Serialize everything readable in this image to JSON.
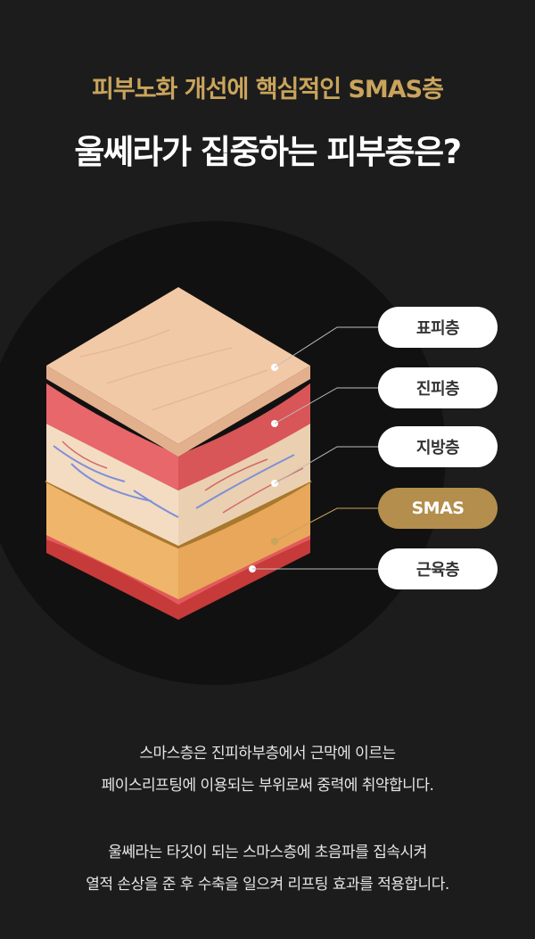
{
  "header": {
    "subtitle": "피부노화 개선에 핵심적인 SMAS층",
    "title": "울쎄라가 집중하는 피부층은?"
  },
  "layers": [
    {
      "label": "표피층",
      "highlight": false
    },
    {
      "label": "진피층",
      "highlight": false
    },
    {
      "label": "지방층",
      "highlight": false
    },
    {
      "label": "SMAS",
      "highlight": true
    },
    {
      "label": "근육층",
      "highlight": false
    }
  ],
  "description": {
    "p1_line1": "스마스층은 진피하부층에서 근막에 이르는",
    "p1_line2": "페이스리프팅에 이용되는 부위로써 중력에 취약합니다.",
    "p2_line1": "울쎄라는 타깃이 되는 스마스층에 초음파를 집속시켜",
    "p2_line2": "열적 손상을 준 후 수축을 일으켜 리프팅 효과를 적용합니다."
  },
  "colors": {
    "background": "#1c1c1c",
    "accent_gold": "#c9a45c",
    "pill_gold": "#b38e4c"
  }
}
